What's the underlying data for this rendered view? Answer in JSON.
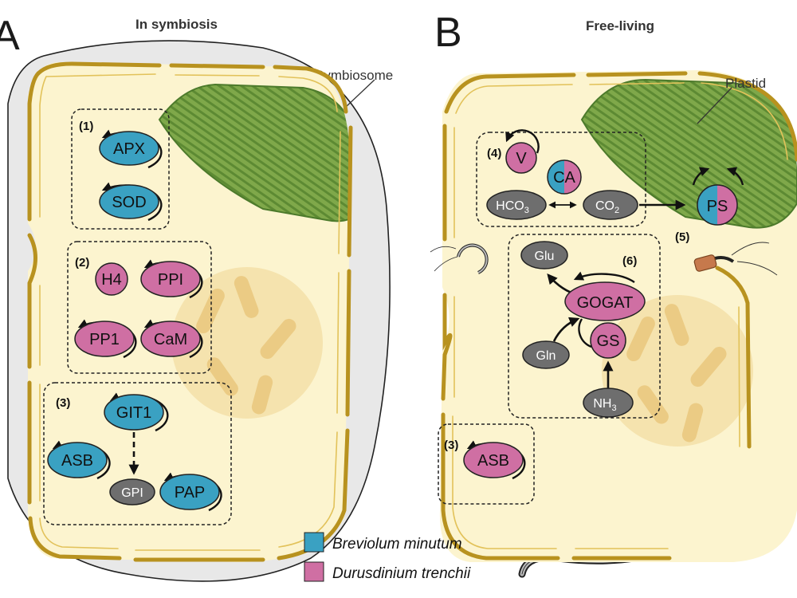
{
  "panel_a": {
    "letter": "A",
    "title": "In symbiosis",
    "callout": "Symbiosome",
    "group1": {
      "label": "(1)",
      "apx": "APX",
      "sod": "SOD"
    },
    "group2": {
      "label": "(2)",
      "h4": "H4",
      "ppi": "PPI",
      "pp1": "PP1",
      "cam": "CaM"
    },
    "group3": {
      "label": "(3)",
      "git1": "GIT1",
      "asb": "ASB",
      "gpi": "GPI",
      "pap": "PAP"
    }
  },
  "panel_b": {
    "letter": "B",
    "title": "Free-living",
    "callout": "Plastid",
    "group4": {
      "label": "(4)",
      "v": "V",
      "ca": "CA",
      "hco3": "HCO",
      "hco3_sub": "3",
      "co2": "CO",
      "co2_sub": "2"
    },
    "group5": {
      "label": "(5)",
      "ps": "PS"
    },
    "group6": {
      "label": "(6)",
      "glu": "Glu",
      "gogat": "GOGAT",
      "gln": "Gln",
      "gs": "GS",
      "nh3": "NH",
      "nh3_sub": "3"
    },
    "group3": {
      "label": "(3)",
      "asb": "ASB"
    }
  },
  "legend": [
    {
      "label": "Breviolum minutum",
      "color": "#3aa1c2"
    },
    {
      "label": "Durusdinium trenchii",
      "color": "#cf6fa3"
    }
  ],
  "colors": {
    "blue": "#3aa1c2",
    "pink": "#cf6fa3",
    "grey": "#6e6e6e"
  }
}
